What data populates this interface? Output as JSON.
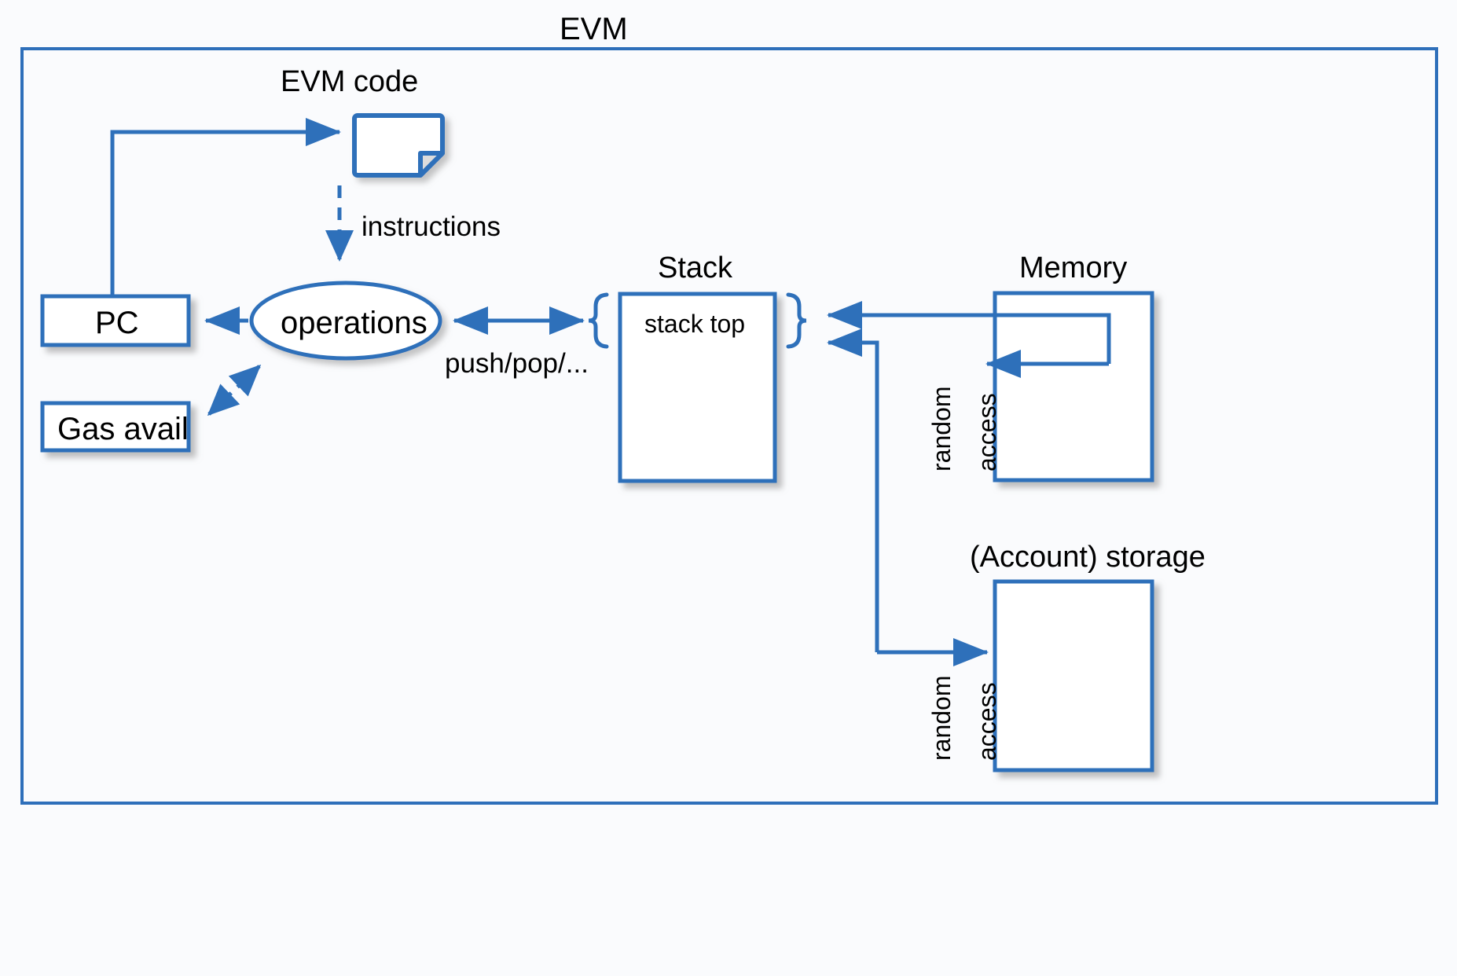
{
  "diagram": {
    "title": "EVM",
    "frame_color": "#2e6fba",
    "background_color": "#fafbfd",
    "shape_stroke": "#2e70ba",
    "shape_fill": "#ffffff",
    "text_color": "#000000",
    "nodes": {
      "evm_code_label": "EVM code",
      "pc": "PC",
      "gas_avail": "Gas avail",
      "operations": "operations",
      "stack_label": "Stack",
      "stack_top": "stack top",
      "memory_label": "Memory",
      "storage_label": "(Account) storage"
    },
    "edges": {
      "instructions": "instructions",
      "push_pop": "push/pop/...",
      "memory_random": "random",
      "memory_access": "access",
      "storage_random": "random",
      "storage_access": "access"
    }
  }
}
